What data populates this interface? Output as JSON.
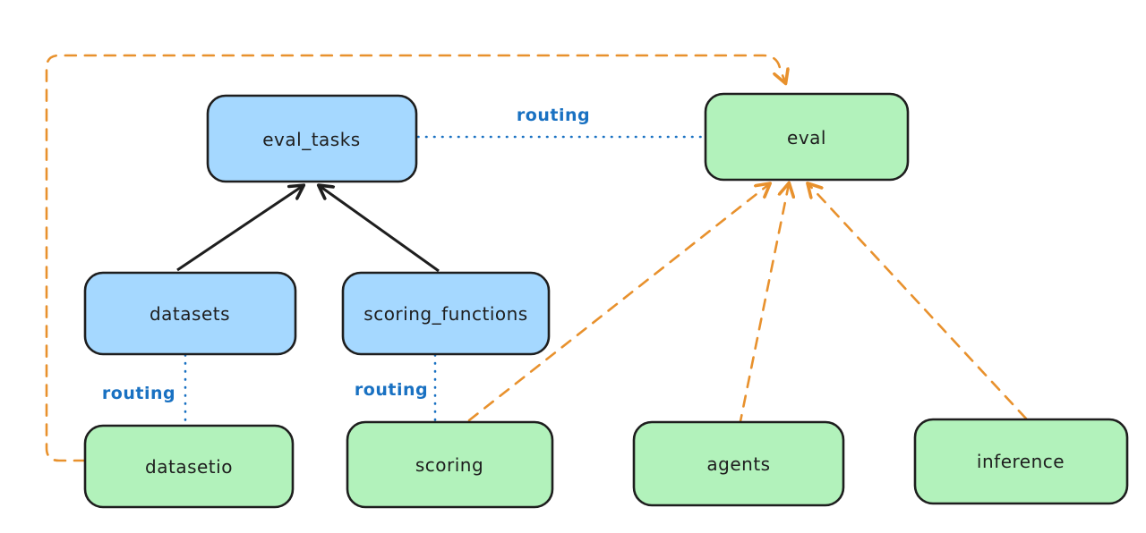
{
  "diagram": {
    "background": "#ffffff",
    "colors": {
      "node_stroke": "#1e1e1e",
      "blue_fill": "#a5d8ff",
      "green_fill": "#b2f2bb",
      "black_arrow": "#1e1e1e",
      "orange_arrow": "#e8912d",
      "routing_blue": "#1971c2"
    },
    "nodes": [
      {
        "id": "eval_tasks",
        "label": "eval_tasks",
        "fill": "blue"
      },
      {
        "id": "eval",
        "label": "eval",
        "fill": "green"
      },
      {
        "id": "datasets",
        "label": "datasets",
        "fill": "blue"
      },
      {
        "id": "scoring_functions",
        "label": "scoring_functions",
        "fill": "blue"
      },
      {
        "id": "datasetio",
        "label": "datasetio",
        "fill": "green"
      },
      {
        "id": "scoring",
        "label": "scoring",
        "fill": "green"
      },
      {
        "id": "agents",
        "label": "agents",
        "fill": "green"
      },
      {
        "id": "inference",
        "label": "inference",
        "fill": "green"
      }
    ],
    "edges": [
      {
        "from": "datasets",
        "to": "eval_tasks",
        "style": "solid-arrow",
        "color": "black",
        "label": ""
      },
      {
        "from": "scoring_functions",
        "to": "eval_tasks",
        "style": "solid-arrow",
        "color": "black",
        "label": ""
      },
      {
        "from": "eval_tasks",
        "to": "eval",
        "style": "dotted-line",
        "color": "blue",
        "label": "routing"
      },
      {
        "from": "datasets",
        "to": "datasetio",
        "style": "dotted-line",
        "color": "blue",
        "label": "routing"
      },
      {
        "from": "scoring_functions",
        "to": "scoring",
        "style": "dotted-line",
        "color": "blue",
        "label": "routing"
      },
      {
        "from": "datasetio",
        "to": "eval",
        "style": "dashed-arrow",
        "color": "orange",
        "label": ""
      },
      {
        "from": "scoring",
        "to": "eval",
        "style": "dashed-arrow",
        "color": "orange",
        "label": ""
      },
      {
        "from": "agents",
        "to": "eval",
        "style": "dashed-arrow",
        "color": "orange",
        "label": ""
      },
      {
        "from": "inference",
        "to": "eval",
        "style": "dashed-arrow",
        "color": "orange",
        "label": ""
      }
    ]
  }
}
